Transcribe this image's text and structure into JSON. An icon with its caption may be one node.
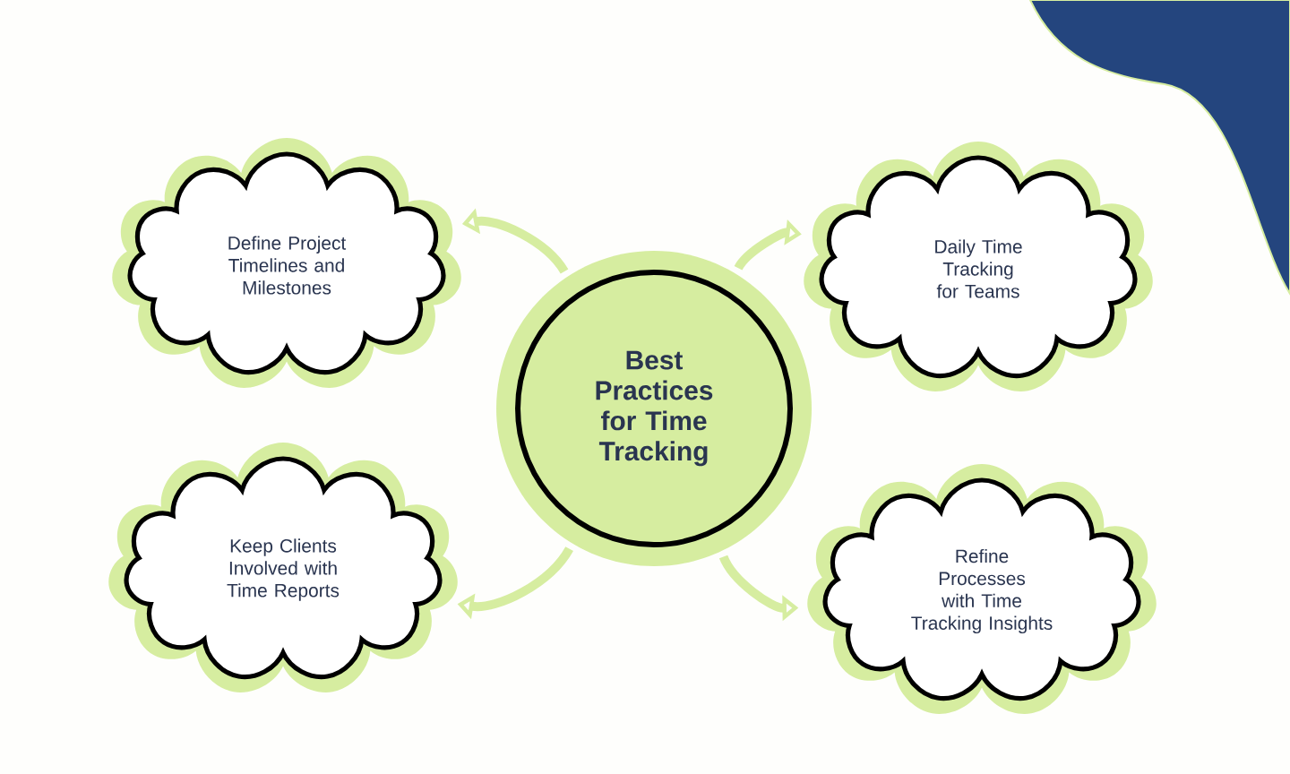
{
  "diagram": {
    "nodes": [
      {
        "text": [
          "Best Practices for Time Tracking"
        ]
      },
      {
        "text": [
          "Define Project Timelines and Milestones"
        ]
      },
      {
        "text": [
          "Daily Time Tracking for Teams"
        ]
      },
      {
        "text": [
          "Keep Clients Involved with Time Reports"
        ]
      },
      {
        "text": [
          "Refine Processes with Time Tracking Insights"
        ]
      }
    ],
    "edges": [
      {
        "from": 0,
        "to": 1,
        "arrow": "to"
      },
      {
        "from": 0,
        "to": 2,
        "arrow": "to"
      },
      {
        "from": 0,
        "to": 3,
        "arrow": "to"
      },
      {
        "from": 0,
        "to": 4,
        "arrow": "to"
      }
    ]
  }
}
